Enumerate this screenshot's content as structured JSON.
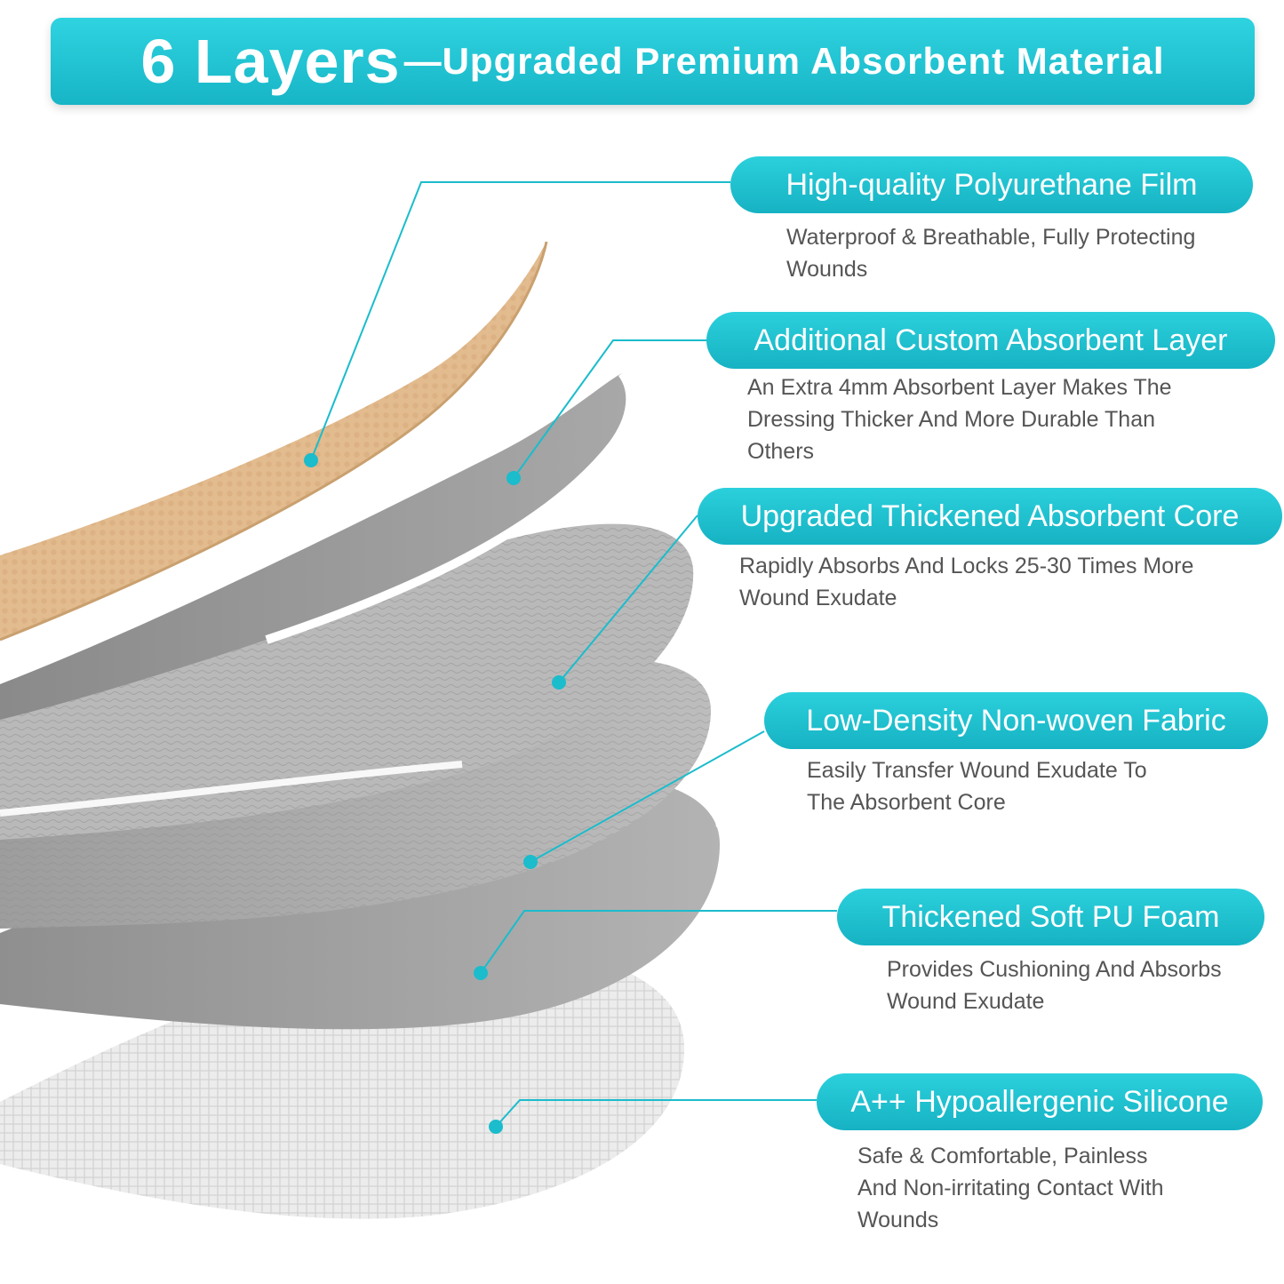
{
  "header": {
    "title_big": "6 Layers",
    "title_rest": "—Upgraded Premium Absorbent Material"
  },
  "layers": [
    {
      "title": "High-quality Polyurethane Film",
      "desc": [
        "Waterproof & Breathable, Fully Protecting",
        "Wounds"
      ]
    },
    {
      "title": "Additional Custom Absorbent Layer",
      "desc": [
        "An Extra 4mm Absorbent Layer Makes The",
        "Dressing Thicker And More Durable Than",
        "Others"
      ]
    },
    {
      "title": "Upgraded Thickened Absorbent Core",
      "desc": [
        "Rapidly Absorbs And Locks 25-30 Times More",
        "Wound Exudate"
      ]
    },
    {
      "title": "Low-Density Non-woven Fabric",
      "desc": [
        "Easily Transfer Wound Exudate To",
        "The Absorbent Core"
      ]
    },
    {
      "title": "Thickened Soft PU Foam",
      "desc": [
        "Provides Cushioning And Absorbs",
        "Wound Exudate"
      ]
    },
    {
      "title": "A++ Hypoallergenic Silicone",
      "desc": [
        "Safe & Comfortable, Painless",
        "And Non-irritating Contact With",
        "Wounds"
      ]
    }
  ],
  "colors": {
    "accent": "#1bbccc",
    "film": "#e2bb8e",
    "text": "#555555"
  }
}
